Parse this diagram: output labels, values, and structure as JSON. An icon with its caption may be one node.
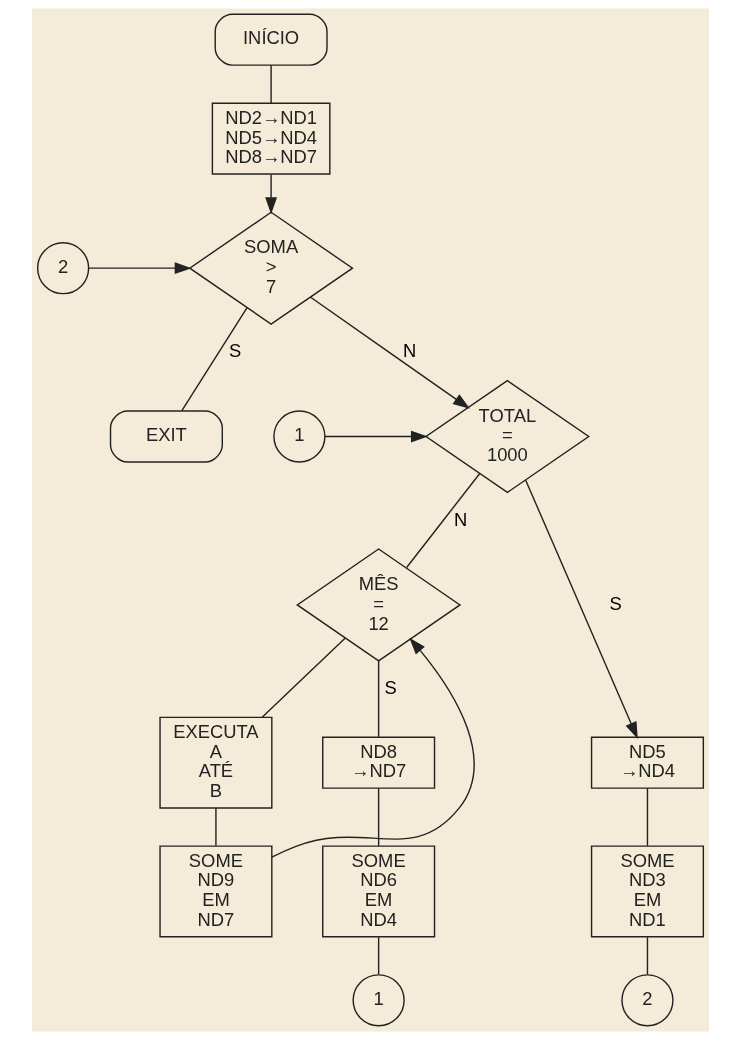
{
  "diagram": {
    "nodes": [
      {
        "text": [
          "INÍCIO"
        ]
      },
      {
        "text": [
          "ND2→ND1 ND5→ND4 ND8→ND7"
        ]
      },
      {
        "text": [
          "2"
        ]
      },
      {
        "text": [
          "SOMA > 7"
        ]
      },
      {
        "text": [
          "EXIT"
        ]
      },
      {
        "text": [
          "1"
        ]
      },
      {
        "text": [
          "TOTAL = 1000"
        ]
      },
      {
        "text": [
          "MÊS = 12"
        ]
      },
      {
        "text": [
          "EXECUTA A ATÉ B"
        ]
      },
      {
        "text": [
          "ND8 →ND7"
        ]
      },
      {
        "text": [
          "ND5 →ND4"
        ]
      },
      {
        "text": [
          "SOME ND9 EM ND7"
        ]
      },
      {
        "text": [
          "SOME ND6 EM ND4"
        ]
      },
      {
        "text": [
          "SOME ND3 EM ND1"
        ]
      },
      {
        "text": [
          "1"
        ]
      },
      {
        "text": [
          "2"
        ]
      }
    ],
    "edges": [
      {
        "from": 0,
        "to": 1,
        "arrow": "none"
      },
      {
        "from": 1,
        "to": 3,
        "arrow": "to"
      },
      {
        "from": 2,
        "to": 3,
        "arrow": "to"
      },
      {
        "from": 3,
        "to": 4,
        "arrow": "none",
        "label": "S"
      },
      {
        "from": 3,
        "to": 6,
        "arrow": "to",
        "label": "N"
      },
      {
        "from": 5,
        "to": 6,
        "arrow": "to"
      },
      {
        "from": 6,
        "to": 10,
        "arrow": "to",
        "label": "S"
      },
      {
        "from": 6,
        "to": 7,
        "arrow": "none",
        "label": "N"
      },
      {
        "from": 7,
        "to": 9,
        "arrow": "none",
        "label": "S"
      },
      {
        "from": 7,
        "to": 8,
        "arrow": "none"
      },
      {
        "from": 8,
        "to": 11,
        "arrow": "none"
      },
      {
        "from": 11,
        "to": 7,
        "arrow": "to"
      },
      {
        "from": 9,
        "to": 12,
        "arrow": "none"
      },
      {
        "from": 12,
        "to": 14,
        "arrow": "none"
      },
      {
        "from": 10,
        "to": 13,
        "arrow": "none"
      },
      {
        "from": 13,
        "to": 15,
        "arrow": "none"
      }
    ]
  }
}
